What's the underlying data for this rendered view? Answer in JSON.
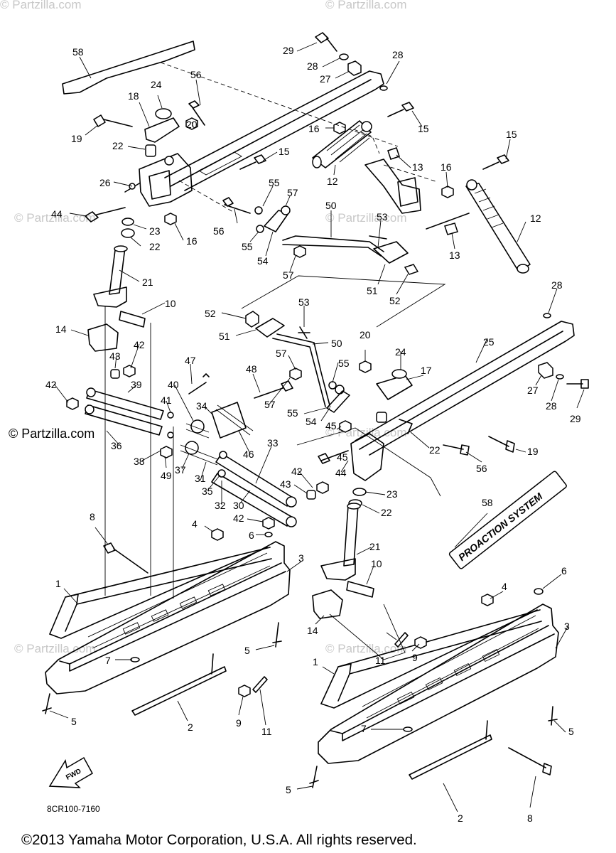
{
  "watermarks": {
    "top_left": "© Partzilla.com",
    "top_center": "© Partzilla.com",
    "mid_left": "© Partzilla.com",
    "mid_center": "© Partzilla.com",
    "side_left": "© Partzilla.com",
    "center": "© Partzilla.com",
    "bottom_left": "© Partzilla.com",
    "bottom_center": "© Partzilla.com"
  },
  "diagram_code": "8CR100-7160",
  "fwd_label": "FWD",
  "decal_text": "PROACTION SYSTEM",
  "copyright": "©2013 Yamaha Motor Corporation, U.S.A. All rights reserved.",
  "callouts": [
    "58",
    "56",
    "24",
    "18",
    "20",
    "19",
    "22",
    "26",
    "44",
    "23",
    "16",
    "22",
    "21",
    "10",
    "14",
    "29",
    "28",
    "27",
    "28",
    "16",
    "15",
    "15",
    "13",
    "16",
    "15",
    "12",
    "12",
    "13",
    "55",
    "57",
    "56",
    "55",
    "54",
    "57",
    "50",
    "53",
    "51",
    "52",
    "52",
    "53",
    "51",
    "50",
    "57",
    "48",
    "47",
    "57",
    "55",
    "54",
    "45",
    "55",
    "20",
    "24",
    "17",
    "25",
    "28",
    "27",
    "28",
    "29",
    "19",
    "22",
    "56",
    "43",
    "42",
    "42",
    "39",
    "40",
    "34",
    "41",
    "36",
    "38",
    "49",
    "37",
    "31",
    "35",
    "46",
    "33",
    "32",
    "30",
    "42",
    "43",
    "42",
    "44",
    "23",
    "22",
    "6",
    "58",
    "8",
    "4",
    "1",
    "3",
    "7",
    "5",
    "5",
    "2",
    "9",
    "11",
    "21",
    "10",
    "4",
    "6",
    "14",
    "11",
    "9",
    "3",
    "1",
    "5",
    "7",
    "5",
    "2",
    "8",
    "45"
  ]
}
